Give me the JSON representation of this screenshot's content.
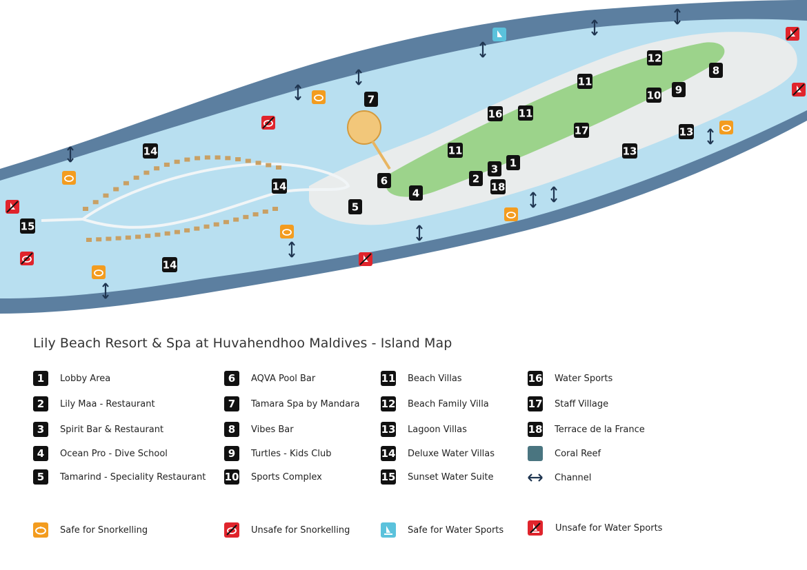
{
  "title": "Lily Beach Resort & Spa at Huvahendhoo Maldives - Island Map",
  "colors": {
    "ocean": "#dbe8ee",
    "reef": "#5c7fa0",
    "lagoon": "#b8dff0",
    "island": "#e9ecec",
    "coral_reef_swatch": "#4a7580",
    "snorkel_safe": "#f39c1f",
    "unsafe": "#e0242c",
    "water_sports_safe": "#5bc2dc",
    "badge": "#111111"
  },
  "legend": {
    "locations": [
      {
        "number": "1",
        "label": "Lobby Area"
      },
      {
        "number": "2",
        "label": "Lily Maa - Restaurant"
      },
      {
        "number": "3",
        "label": "Spirit Bar & Restaurant"
      },
      {
        "number": "4",
        "label": "Ocean Pro - Dive School"
      },
      {
        "number": "5",
        "label": "Tamarind - Speciality Restaurant"
      },
      {
        "number": "6",
        "label": "AQVA Pool Bar"
      },
      {
        "number": "7",
        "label": "Tamara Spa by Mandara"
      },
      {
        "number": "8",
        "label": "Vibes Bar"
      },
      {
        "number": "9",
        "label": "Turtles - Kids Club"
      },
      {
        "number": "10",
        "label": "Sports Complex"
      },
      {
        "number": "11",
        "label": "Beach Villas"
      },
      {
        "number": "12",
        "label": "Beach Family Villa"
      },
      {
        "number": "13",
        "label": "Lagoon Villas"
      },
      {
        "number": "14",
        "label": "Deluxe Water Villas"
      },
      {
        "number": "15",
        "label": "Sunset Water Suite"
      },
      {
        "number": "16",
        "label": "Water Sports"
      },
      {
        "number": "17",
        "label": "Staff Village"
      },
      {
        "number": "18",
        "label": "Terrace de la France"
      }
    ],
    "coral_reef": {
      "label": "Coral Reef",
      "icon": "coral-reef-swatch"
    },
    "channel": {
      "label": "Channel",
      "icon": "double-arrow-icon"
    },
    "safety": [
      {
        "label": "Safe  for Snorkelling",
        "icon": "snorkel-mask-icon"
      },
      {
        "label": "Unsafe  for Snorkelling",
        "icon": "no-snorkel-icon"
      },
      {
        "label": "Safe  for Water Sports",
        "icon": "sailboat-icon"
      },
      {
        "label": "Unsafe  for Water Sports",
        "icon": "no-water-sports-icon"
      }
    ]
  },
  "map_markers": [
    "1",
    "2",
    "3",
    "4",
    "5",
    "6",
    "7",
    "8",
    "9",
    "10",
    "11",
    "11",
    "11",
    "12",
    "13",
    "13",
    "14",
    "14",
    "14",
    "15",
    "16",
    "17",
    "18"
  ]
}
